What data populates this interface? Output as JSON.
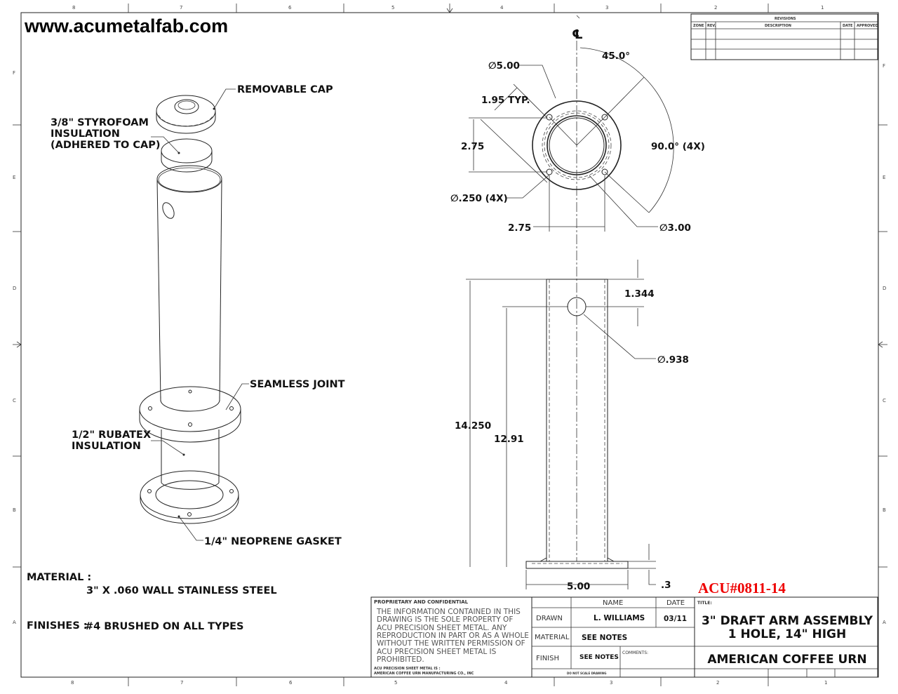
{
  "header": {
    "website": "www.acumetalfab.com",
    "part_number": "ACU#0811-14"
  },
  "zones": {
    "columns": [
      "8",
      "7",
      "6",
      "5",
      "4",
      "3",
      "2",
      "1"
    ],
    "rows": [
      "F",
      "E",
      "D",
      "C",
      "B",
      "A"
    ]
  },
  "revisions": {
    "title": "REVISIONS",
    "columns": [
      "ZONE",
      "REV.",
      "DESCRIPTION",
      "DATE",
      "APPROVED"
    ]
  },
  "iso_callouts": {
    "removable_cap": "REMOVABLE CAP",
    "styrofoam_1": "3/8\" STYROFOAM",
    "styrofoam_2": "INSULATION",
    "styrofoam_3": "(ADHERED TO CAP)",
    "seamless_joint": "SEAMLESS JOINT",
    "rubatex_1": "1/2\" RUBATEX",
    "rubatex_2": "INSULATION",
    "gasket": "1/4\" NEOPRENE GASKET"
  },
  "top_view": {
    "centerline": "℄",
    "angle_45": "45.0°",
    "dia_5": "∅5.00",
    "typ_195": "1.95 TYP.",
    "dim_275_v": "2.75",
    "angle_90": "90.0° (4X)",
    "dia_250": "∅.250 (4X)",
    "dim_275_h": "2.75",
    "dia_3": "∅3.00"
  },
  "front_view": {
    "dim_1344": "1.344",
    "dia_938": "∅.938",
    "dim_14250": "14.250",
    "dim_1291": "12.91",
    "dim_500": "5.00",
    "dim_3": ".3"
  },
  "notes": {
    "material_label": "MATERIAL :",
    "material_value": "3\" X .060 WALL STAINLESS STEEL",
    "finishes_label": "FINISHES :",
    "finishes_value": "#4 BRUSHED ON ALL TYPES"
  },
  "title_block": {
    "proprietary_title": "PROPRIETARY AND CONFIDENTIAL",
    "proprietary_lines": [
      "THE INFORMATION CONTAINED IN THIS",
      "DRAWING IS THE SOLE PROPERTY OF",
      "ACU PRECISION SHEET METAL.  ANY",
      "REPRODUCTION IN PART OR AS A WHOLE",
      "WITHOUT THE WRITTEN PERMISSION OF",
      "ACU PRECISION SHEET METAL IS",
      "PROHIBITED."
    ],
    "company_1": "ACU PRECISION SHEET METAL IS :",
    "company_2": "AMERICAN COFFEE URN MANUFACTURING CO., INC",
    "name_header": "NAME",
    "date_header": "DATE",
    "drawn_label": "DRAWN",
    "drawn_name": "L. WILLIAMS",
    "drawn_date": "03/11",
    "material_label": "MATERIAL",
    "material_value": "SEE NOTES",
    "finish_label": "FINISH",
    "finish_value": "SEE NOTES",
    "comments_label": "COMMENTS:",
    "do_not_scale": "DO NOT SCALE DRAWING",
    "title_label": "TITLE:",
    "title_1": "3\" DRAFT ARM ASSEMBLY",
    "title_2": "1 HOLE, 14\" HIGH",
    "customer": "AMERICAN COFFEE URN"
  }
}
